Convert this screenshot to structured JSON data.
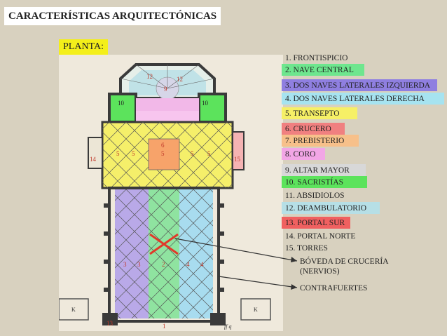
{
  "title": "CARACTERÍSTICAS ARQUITECTÓNICAS",
  "planta": "PLANTA:",
  "legend": [
    {
      "text": "1. FRONTISPICIO",
      "color": ""
    },
    {
      "text": "2. NAVE CENTRAL",
      "color": "#6ee68e"
    },
    {
      "text": "3. DOS NAVES LATERALES IZQUIERDA",
      "color": "#8f7fe0"
    },
    {
      "text": "4. DOS NAVES LATERALES DERECHA",
      "color": "#a6e3f0"
    },
    {
      "text": "5. TRANSEPTO",
      "color": "#f6f066"
    },
    {
      "text": "6. CRUCERO",
      "color": "#f08080"
    },
    {
      "text": "7. PREBISTERIO",
      "color": "#f7c08a"
    },
    {
      "text": "8. CORO",
      "color": "#f2a6e6"
    },
    {
      "text": "9. ALTAR MAYOR",
      "color": "#d8d8d8"
    },
    {
      "text": "10. SACRISTÍAS",
      "color": "#5ce35c"
    },
    {
      "text": "11. ABSIDIOLOS",
      "color": ""
    },
    {
      "text": "12. DEAMBULATORIO",
      "color": "#b6dfe6"
    },
    {
      "text": "13. PORTAL SUR",
      "color": "#f06060"
    },
    {
      "text": "14. PORTAL NORTE",
      "color": ""
    },
    {
      "text": "15. TORRES",
      "color": ""
    }
  ],
  "annotations": {
    "boveda": [
      "BÓVEDA DE CRUCERÍA",
      "(NERVIOS)"
    ],
    "contrafuertes": "CONTRAFUERTES"
  },
  "plan_labels": {
    "n1": "1",
    "n2": "2",
    "n3": "3",
    "n4": "4",
    "n5": "5",
    "n6": "6",
    "n9": "9",
    "n10": "10",
    "n12": "12",
    "n13": "13",
    "n14": "14",
    "n15": "15",
    "k1": "K",
    "k2": "K",
    "sig": "ff  q"
  },
  "colors": {
    "yellow": "#f5ef6a",
    "green": "#8fe3a0",
    "purple": "#b9a9e8",
    "blue": "#a8dcef",
    "pink": "#f2b8e8",
    "orange": "#f7a36a",
    "red_cross": "#e03a2a",
    "wall": "#3a3a3a",
    "paper": "#efe9dc"
  }
}
